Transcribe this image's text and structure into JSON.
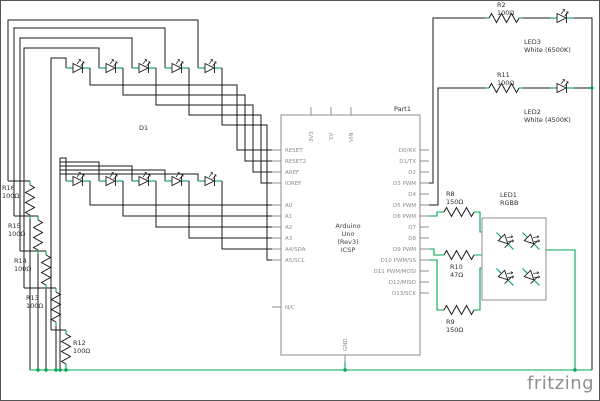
{
  "canvas": {
    "watermark": "fritzing"
  },
  "colors": {
    "wire_green": "#00a650",
    "wire_black": "#1a1a1a",
    "part_outline": "#8c8c8c",
    "pin_text": "#8c8c8c",
    "label_text": "#2f2f2f",
    "watermark": "#8f8f8f"
  },
  "parts": {
    "arduino": {
      "part_label": "Part1",
      "name_lines": [
        "Arduino",
        "Uno",
        "(Rev3)",
        "ICSP"
      ],
      "top_pins": [
        "3V3",
        "5V",
        "VIN"
      ],
      "bottom_pin": "GND",
      "left_pins": [
        "RESET",
        "RESET2",
        "AREF",
        "IOREF",
        "A0",
        "A1",
        "A2",
        "A3",
        "A4/SDA",
        "A5/SCL",
        "N/C"
      ],
      "right_pins": [
        "D0/RX",
        "D1/TX",
        "D2",
        "D3 PWM",
        "D4",
        "D5 PWM",
        "D6 PWM",
        "D7",
        "D8",
        "D9 PWM",
        "D10 PWM/SS",
        "D11 PWM/MOSI",
        "D12/MISO",
        "D13/SCK"
      ]
    },
    "resistors": {
      "R2": {
        "ref": "R2",
        "value": "100Ω"
      },
      "R11": {
        "ref": "R11",
        "value": "100Ω"
      },
      "R8": {
        "ref": "R8",
        "value": "150Ω"
      },
      "R10": {
        "ref": "R10",
        "value": "47Ω"
      },
      "R9": {
        "ref": "R9",
        "value": "150Ω"
      },
      "R16": {
        "ref": "R16",
        "value": "100Ω"
      },
      "R15": {
        "ref": "R15",
        "value": "100Ω"
      },
      "R14": {
        "ref": "R14",
        "value": "100Ω"
      },
      "R13": {
        "ref": "R13",
        "value": "100Ω"
      },
      "R12": {
        "ref": "R12",
        "value": "100Ω"
      }
    },
    "leds": {
      "LED3": {
        "ref": "LED3",
        "desc": "White (6500K)"
      },
      "LED2": {
        "ref": "LED2",
        "desc": "White (4500K)"
      },
      "LED1": {
        "ref": "LED1",
        "desc": "RGBB"
      },
      "D1": {
        "ref": "D1"
      }
    }
  }
}
